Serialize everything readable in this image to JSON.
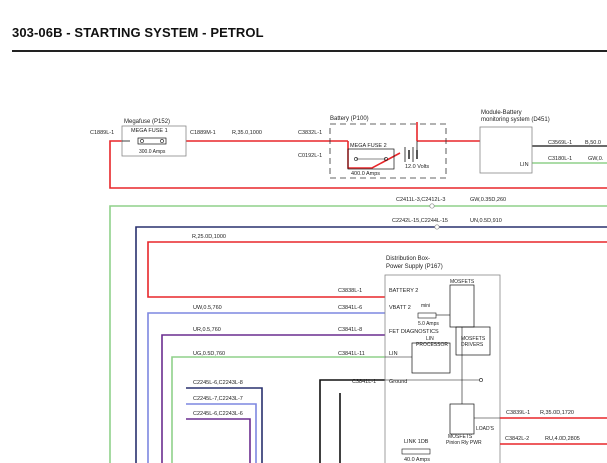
{
  "header": {
    "title": "303-06B - STARTING SYSTEM - PETROL"
  },
  "colors": {
    "red": "#e8262a",
    "green": "#8fd18a",
    "navy": "#28306e",
    "blue": "#7d87e0",
    "purple": "#6a2d8f",
    "black": "#111111",
    "gray": "#888888"
  },
  "megafuse": {
    "title": "Megafuse (P152)",
    "label": "MEGA FUSE 1",
    "rating": "300.0 Amps",
    "conn_left": "C1889L-1",
    "conn_right": "C1889M-1",
    "wire": "R,35.0,1000"
  },
  "battery": {
    "title": "Battery (P100)",
    "conn_top": "C3832L-1",
    "conn_bottom": "C0192L-1",
    "fuse_label": "MEGA FUSE 2",
    "fuse_rating": "400.0 Amps",
    "volts": "12.0 Volts"
  },
  "bms": {
    "title_line1": "Module-Battery",
    "title_line2": "monitoring system (D451)",
    "conn1": "C3569L-1",
    "wire1": "B,50.0",
    "conn2": "C3180L-1",
    "wire2": "GW,0.",
    "pin": "LIN"
  },
  "wires": {
    "gw_conn": "C2411L-3,C2412L-3",
    "gw": "GW,0.35D,260",
    "un_conn": "C2242L-15,C2244L-15",
    "un": "UN,0.5D,910",
    "r25": "R,25.0D,1000",
    "uw": "UW,0.5,760",
    "ur": "UR,0.5,760",
    "ug": "UG,0.5D,760",
    "c1": "C2245L-6,C2243L-8",
    "c2": "C2245L-7,C2243L-7",
    "c3": "C2245L-6,C2243L-6"
  },
  "dist": {
    "title_line1": "Distribution Box-",
    "title_line2": "Power Supply (P167)",
    "battery2_conn": "C3838L-1",
    "battery2": "BATTERY 2",
    "vbatt2_conn": "C3841L-6",
    "vbatt2": "VBATT 2",
    "mini": "mini",
    "amps5": "5.0 Amps",
    "fet_conn": "C3841L-8",
    "fet": "FET DIAGNOSTICS",
    "lin_conn": "C3841L-11",
    "lin": "LIN",
    "lin_proc_1": "LIN",
    "lin_proc_2": "PROCESSOR",
    "ground_conn": "C3841L-1",
    "ground": "Ground",
    "mosfets_top": "MOSFETS",
    "mosfet_drivers_1": "MOSFETS",
    "mosfet_drivers_2": "DRIVERS",
    "loads": "LOAD'S",
    "mosfets_bottom": "MOSFETS",
    "pinion": "Pinion Rly PWR",
    "link_label": "LINK 1DB",
    "link_amps": "40.0 Amps",
    "out1_conn": "C3839L-1",
    "out1_wire": "R,35.0D,1720",
    "out2_conn": "C3842L-2",
    "out2_wire": "RU,4.0D,2805"
  }
}
